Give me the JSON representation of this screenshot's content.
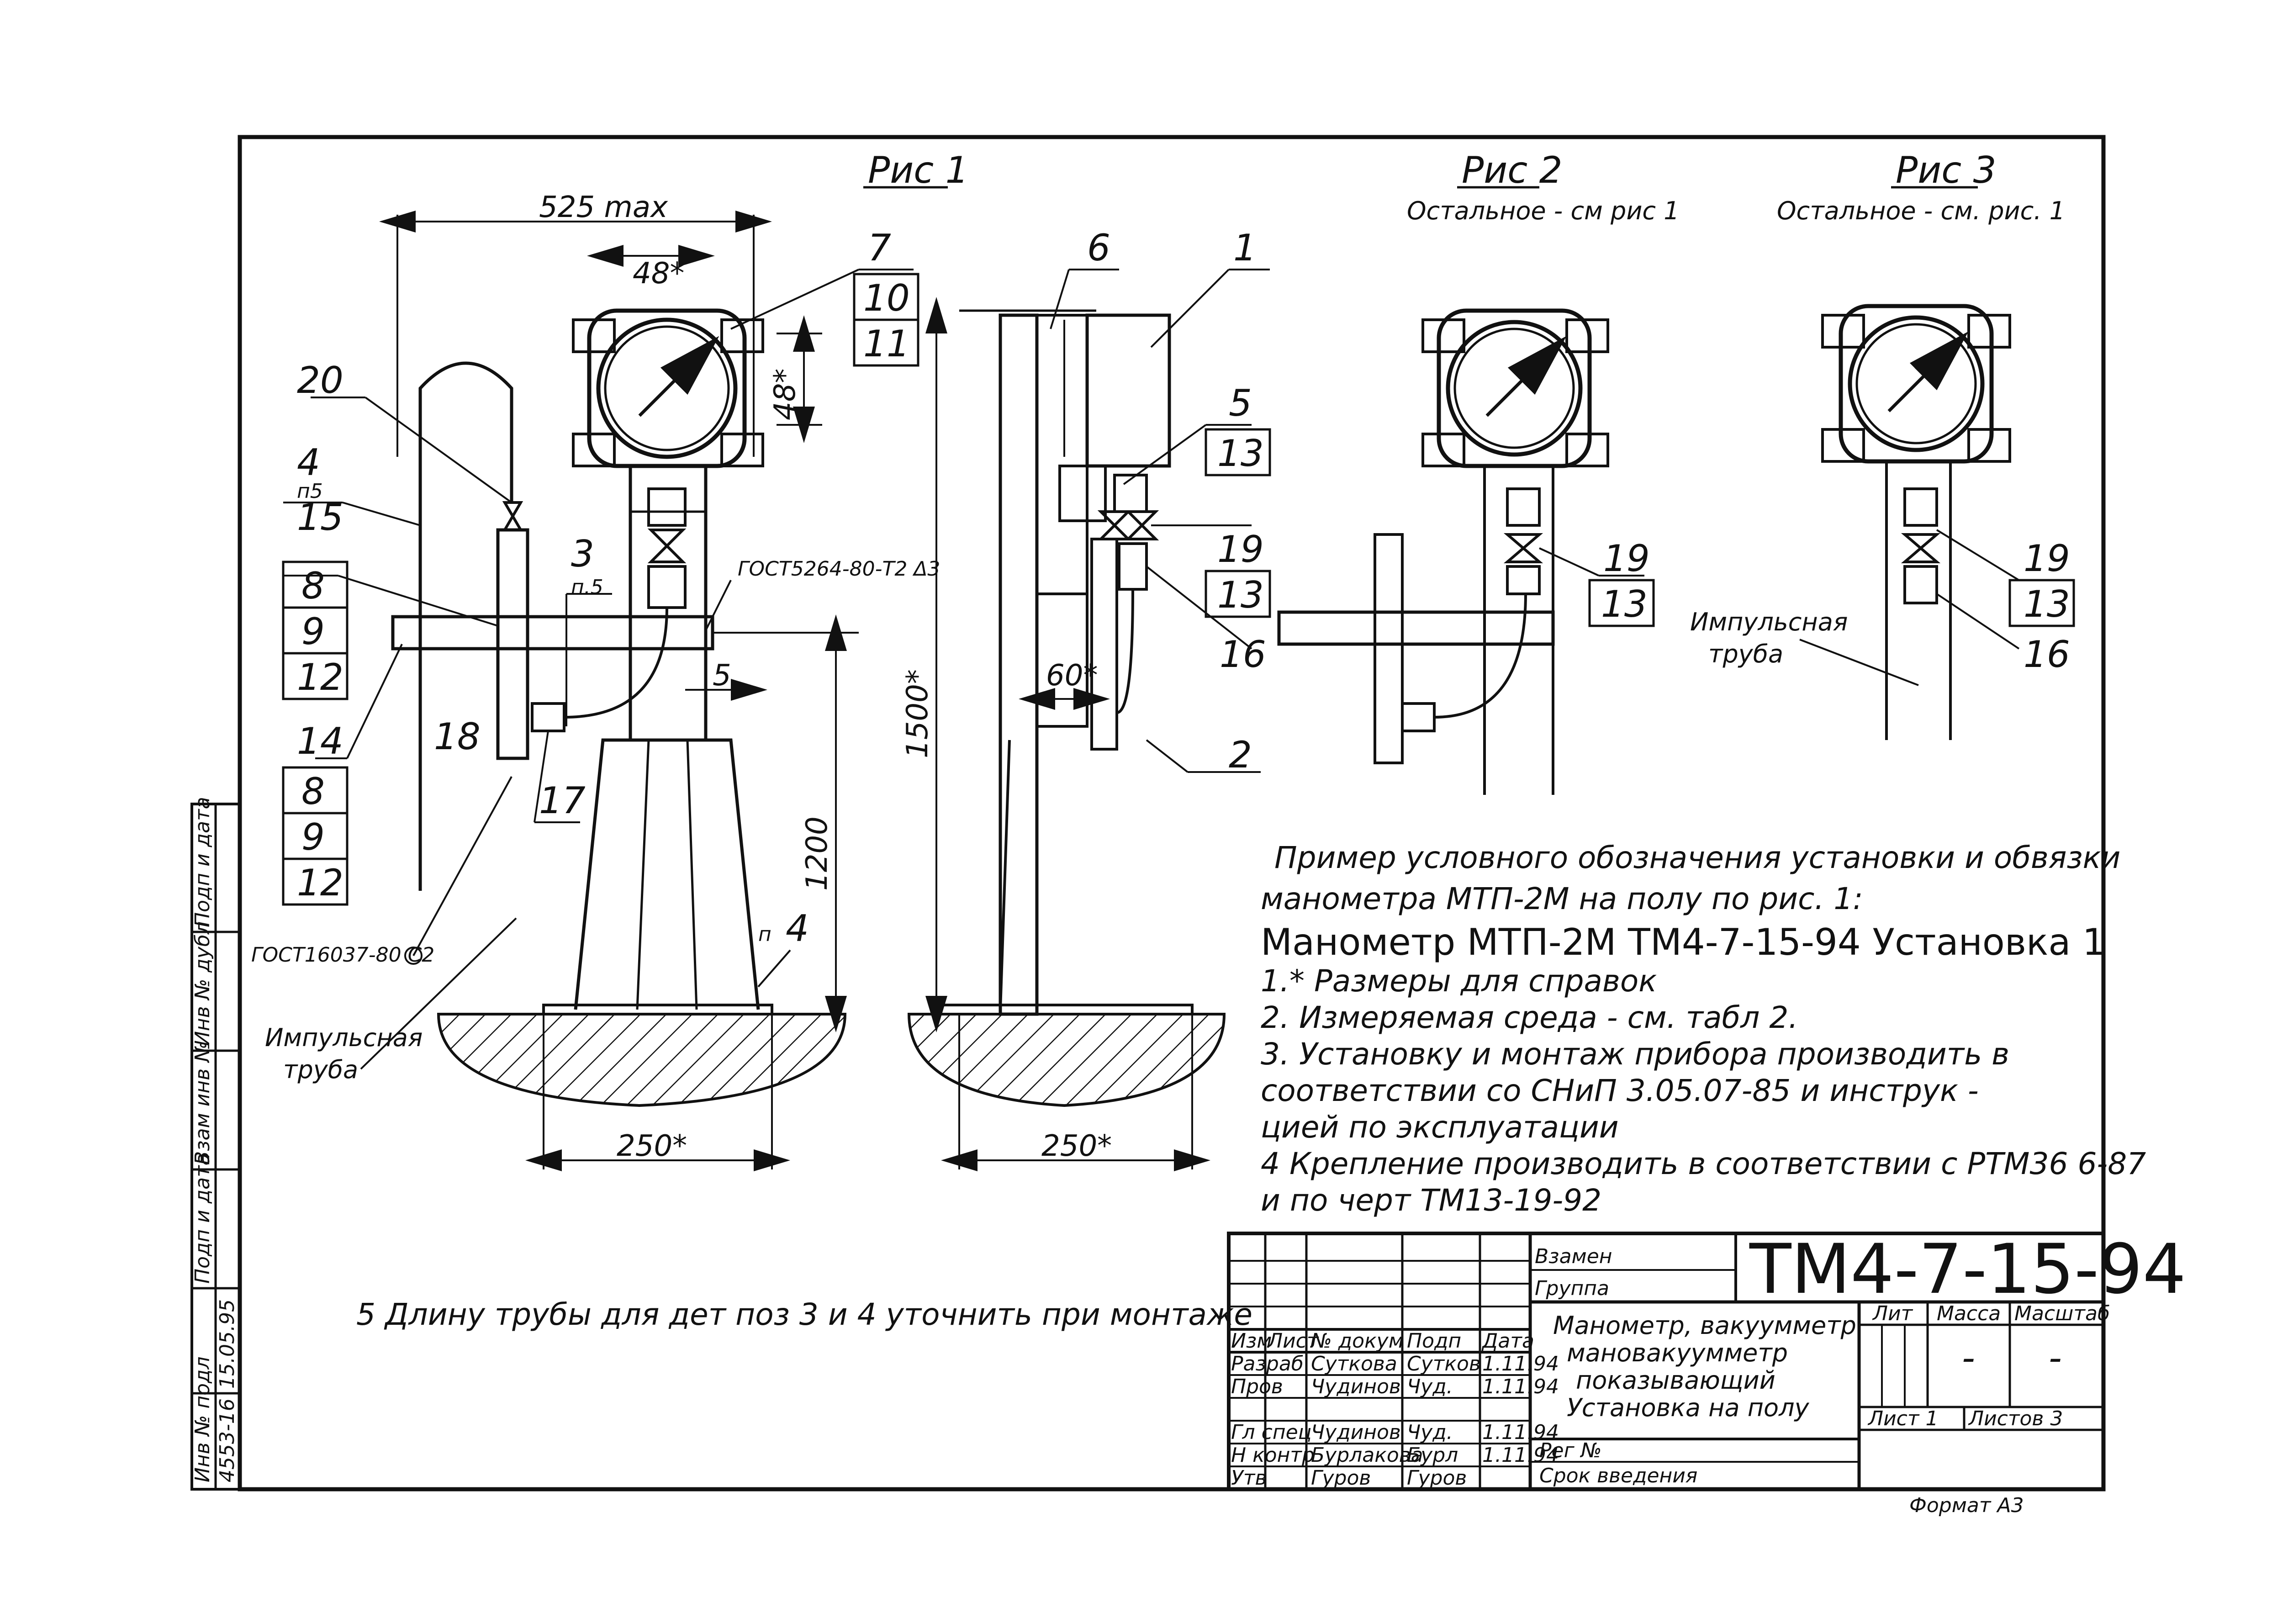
{
  "figures": {
    "fig1": {
      "title": "Рис 1",
      "dim_width": "525 max",
      "dim_48_top": "48*",
      "dim_48_side": "48*",
      "dim_250": "250*",
      "dim_1200": "1200",
      "dim_5": "5",
      "gost_weld": "ГОСТ5264-80-Т2 Δ3",
      "gost_thread": "ГОСТ16037-80 С2",
      "impulse_label": "Импульсная труба",
      "pos_labels": {
        "p20": "20",
        "p4": "4",
        "p4sub": "п5",
        "p15": "15",
        "p8a": "8",
        "p9a": "9",
        "p12a": "12",
        "p14": "14",
        "p8b": "8",
        "p9b": "9",
        "p12b": "12",
        "p18": "18",
        "p17": "17",
        "p3": "3",
        "p3sub": "п.5",
        "p7": "7",
        "p10": "10",
        "p11": "11",
        "p4b": "4",
        "p4bsub": "п"
      }
    },
    "fig1_side": {
      "dim_1500": "1500*",
      "dim_60": "60*",
      "dim_250": "250*",
      "pos_labels": {
        "p6": "6",
        "p1": "1",
        "p5": "5",
        "p13a": "13",
        "p19": "19",
        "p13b": "13",
        "p16": "16",
        "p2": "2"
      }
    },
    "fig2": {
      "title": "Рис 2",
      "subtitle": "Остальное - см рис 1",
      "pos_labels": {
        "p19": "19",
        "p13": "13"
      }
    },
    "fig3": {
      "title": "Рис 3",
      "subtitle": "Остальное - см. рис. 1",
      "impulse_label": "Импульсная труба",
      "pos_labels": {
        "p19": "19",
        "p13": "13",
        "p16": "16"
      }
    }
  },
  "notes": {
    "example_line1": "Пример условного обозначения установки и обвязки",
    "example_line2": "манометра МТП-2М на полу по рис. 1:",
    "designation": "Манометр МТП-2М ТМ4-7-15-94 Установка 1",
    "note1": "1.* Размеры для справок",
    "note2": "2. Измеряемая среда - см. табл 2.",
    "note3_l1": "3. Установку и монтаж прибора производить в",
    "note3_l2": "соответствии со СНиП 3.05.07-85 и инструк -",
    "note3_l3": "цией по эксплуатации",
    "note4_l1": "4 Крепление производить в соответствии с РТМ36 6-87",
    "note4_l2": "и по черт ТМ13-19-92",
    "note5": "5 Длину трубы для дет поз 3 и 4 уточнить при монтаже"
  },
  "title_block": {
    "code": "ТМ4-7-15-94",
    "vzamen": "Взамен",
    "gruppa": "Группа",
    "name_l1": "Манометр, вакуумметр",
    "name_l2": "мановакуумметр",
    "name_l3": "показывающий",
    "name_l4": "Установка на полу",
    "head": {
      "izm": "Изм",
      "list": "Лист",
      "doc": "№ докум",
      "podp": "Подп",
      "data": "Дата"
    },
    "rows": [
      {
        "role": "Разраб",
        "name": "Суткова",
        "sign": "Сутков",
        "date": "1.11.94"
      },
      {
        "role": "Пров",
        "name": "Чудинов",
        "sign": "Чуд.",
        "date": "1.11.94"
      },
      {
        "role": "Гл спец",
        "name": "Чудинов",
        "sign": "Чуд.",
        "date": "1.11.94"
      },
      {
        "role": "Н контр",
        "name": "Бурлакова",
        "sign": "Бурл",
        "date": "1.11.94"
      },
      {
        "role": "Утв",
        "name": "Гуров",
        "sign": "Гуров",
        "date": ""
      }
    ],
    "lit": "Лит",
    "massa": "Масса",
    "masshtab": "Масштаб",
    "massa_val": "-",
    "masshtab_val": "-",
    "list_label": "Лист 1",
    "listov_label": "Листов 3",
    "reg": "Рег №",
    "srok": "Срок введения",
    "format": "Формат А3"
  },
  "side_stamp": {
    "inv_podl": "Инв № подл",
    "podp_data": "Подп и дата",
    "vzam_inv": "Взам инв №",
    "inv_dubl": "Инв № дубл",
    "podp_data2": "Подп и дата",
    "inv_val": "4553-16",
    "date_val": "15.05.95"
  }
}
